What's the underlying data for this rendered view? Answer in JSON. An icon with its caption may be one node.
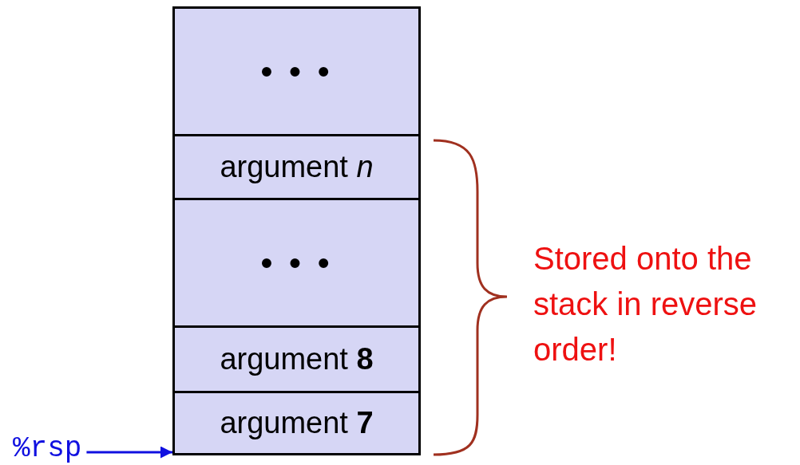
{
  "diagram": {
    "nodes": [
      {
        "text": [
          "• • •"
        ]
      },
      {
        "text": [
          "argument *n*"
        ]
      },
      {
        "text": [
          "• • •"
        ]
      },
      {
        "text": [
          "argument **8**"
        ]
      },
      {
        "text": [
          "argument **7**"
        ]
      },
      {
        "text": [
          "%rsp"
        ]
      }
    ],
    "edges": [
      {
        "from": 5,
        "to": 4,
        "arrow": "to",
        "color": "#1010e0"
      }
    ],
    "labels": [
      "Stored onto the stack in reverse order!"
    ]
  }
}
